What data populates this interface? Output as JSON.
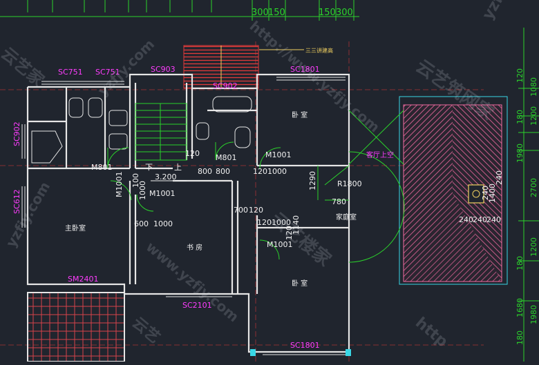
{
  "colors": {
    "background": "#20252e",
    "wall": "#e6e6e6",
    "dimension": "#2bd42b",
    "label_magenta": "#ff3cff",
    "label_white": "#f2f2f2",
    "stair": "#29d229",
    "hatch_red": "#e23a3a",
    "roof": "#f06aa0",
    "window_cyan": "#39d7e6",
    "balcony_tile": "#d8424b",
    "watermark": "#cfd6e0"
  },
  "dimensions_top": [
    "300",
    "150",
    "150",
    "300"
  ],
  "dimensions_right": [
    "120",
    "1080",
    "180",
    "1200",
    "1980",
    "2700",
    "180",
    "1200",
    "1680",
    "1980",
    "180"
  ],
  "room_labels": {
    "bedroom_top": "卧 室",
    "bedroom_bottom": "卧 室",
    "master_bedroom": "主卧室",
    "study": "书 房",
    "family_hall": "家庭室",
    "void": "客厅上空"
  },
  "window_labels": [
    "SC751",
    "SC751",
    "SC903",
    "SC902",
    "SC1801",
    "SC902",
    "SC612",
    "SM2401",
    "SC2101",
    "SC1801"
  ],
  "door_labels": [
    "M801",
    "M801",
    "M1001",
    "M1001",
    "M1001",
    "M1001"
  ],
  "stair_labels": {
    "down": "下",
    "up": "上",
    "level": "3.200"
  },
  "annotation_yellow": "三三讲建高",
  "dim_labels": [
    "800",
    "800",
    "120",
    "1201000",
    "700",
    "120",
    "600",
    "1000",
    "1201000",
    "1290",
    "R1800",
    "780",
    "1140",
    "120",
    "100",
    "1000",
    "240",
    "240",
    "240",
    "240",
    "1400",
    "240"
  ],
  "watermark_text": [
    "yzfjy.com",
    "云艺筑网家",
    "http://www.yzfjy.com",
    "云艺楼家",
    "www.yzfjy.com",
    "云艺",
    "http",
    "yzf",
    "yzfjy.com",
    "云艺家"
  ]
}
